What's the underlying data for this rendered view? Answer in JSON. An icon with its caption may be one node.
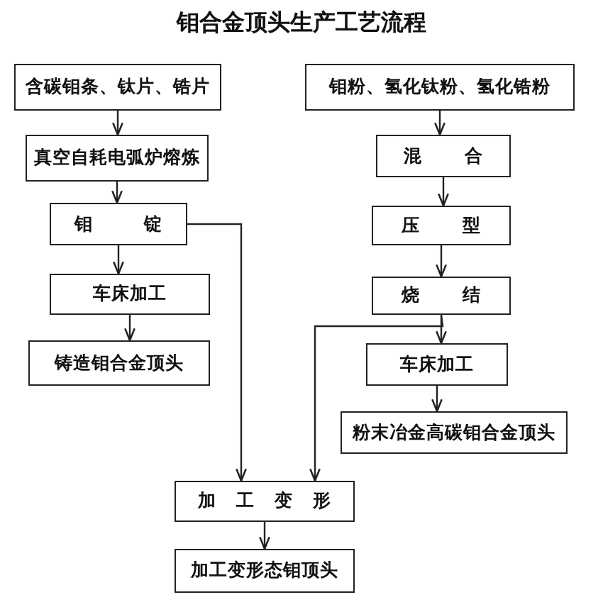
{
  "diagram": {
    "title": "钼合金顶头生产工艺流程",
    "nodes": [
      {
        "text": [
          "含碳钼条、钛片、锆片"
        ]
      },
      {
        "text": [
          "真空自耗电弧炉熔炼"
        ]
      },
      {
        "text": [
          "钼锭"
        ]
      },
      {
        "text": [
          "车床加工"
        ]
      },
      {
        "text": [
          "铸造钼合金顶头"
        ]
      },
      {
        "text": [
          "钼粉、氢化钛粉、氢化锆粉"
        ]
      },
      {
        "text": [
          "混合"
        ]
      },
      {
        "text": [
          "压型"
        ]
      },
      {
        "text": [
          "烧结"
        ]
      },
      {
        "text": [
          "车床加工"
        ]
      },
      {
        "text": [
          "粉末冶金高碳钼合金顶头"
        ]
      },
      {
        "text": [
          "加工变形"
        ]
      },
      {
        "text": [
          "加工变形态钼顶头"
        ]
      }
    ],
    "edges": [
      {
        "from": 0,
        "to": 1,
        "arrow": "to"
      },
      {
        "from": 1,
        "to": 2,
        "arrow": "to"
      },
      {
        "from": 2,
        "to": 3,
        "arrow": "to"
      },
      {
        "from": 3,
        "to": 4,
        "arrow": "to"
      },
      {
        "from": 5,
        "to": 6,
        "arrow": "to"
      },
      {
        "from": 6,
        "to": 7,
        "arrow": "to"
      },
      {
        "from": 7,
        "to": 8,
        "arrow": "to"
      },
      {
        "from": 8,
        "to": 9,
        "arrow": "to"
      },
      {
        "from": 9,
        "to": 10,
        "arrow": "to"
      },
      {
        "from": 2,
        "to": 11,
        "arrow": "to"
      },
      {
        "from": 8,
        "to": 11,
        "arrow": "to"
      },
      {
        "from": 11,
        "to": 12,
        "arrow": "to"
      }
    ]
  }
}
